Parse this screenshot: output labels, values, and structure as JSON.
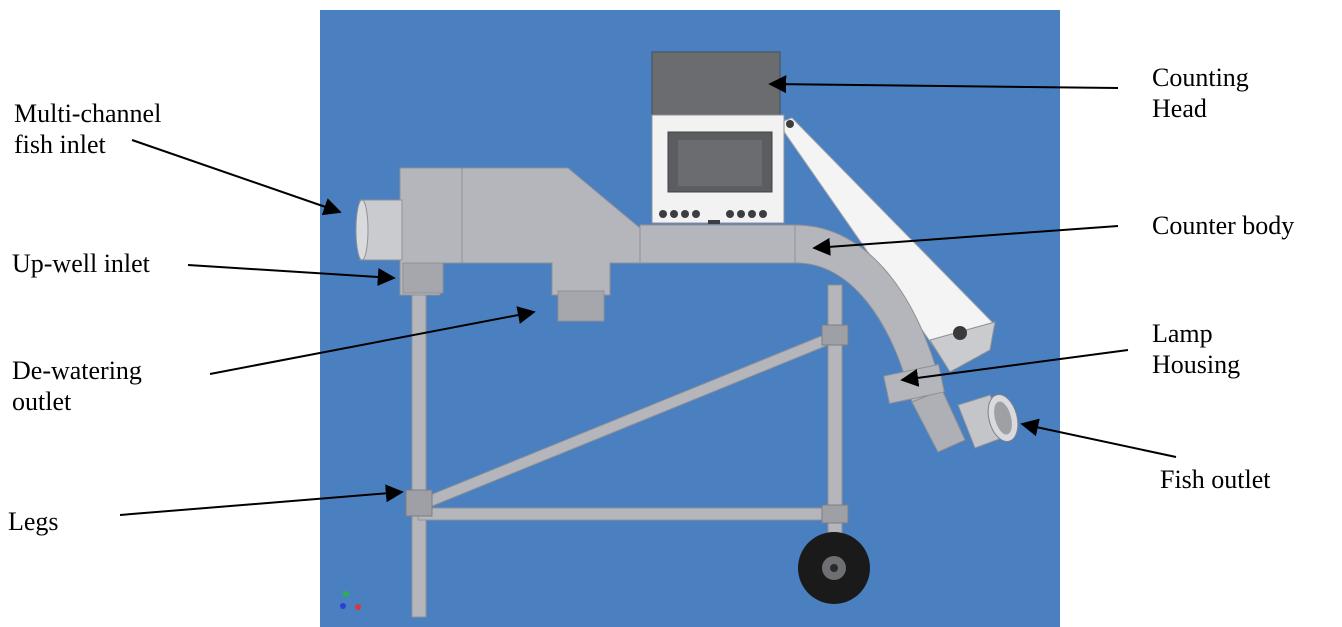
{
  "colors": {
    "background": "#ffffff",
    "scene_blue": "#4a7fc0",
    "metal_grey": "#b4b6bb",
    "metal_dark": "#8f9196",
    "housing_dark": "#5b5d60",
    "panel_white": "#f2f2f2",
    "arrow": "#000000"
  },
  "labels": {
    "multi_channel_inlet": [
      "Multi-channel",
      "fish inlet"
    ],
    "up_well_inlet": "Up-well inlet",
    "de_watering_outlet": [
      "De-watering",
      "outlet"
    ],
    "legs": "Legs",
    "counting_head": [
      "Counting",
      "Head"
    ],
    "counter_body": "Counter body",
    "lamp_housing": [
      "Lamp",
      "Housing"
    ],
    "fish_outlet": "Fish outlet"
  },
  "axis_triad": {
    "colors": [
      "#2bb34a",
      "#2a3fd6",
      "#d8383c"
    ]
  }
}
